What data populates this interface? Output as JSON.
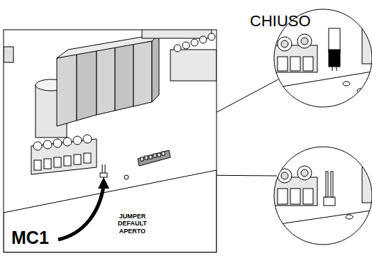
{
  "diagram": {
    "labels": [
      "CHIUSO",
      "MC1",
      "JUMPER DEFAULT APERTO"
    ]
  }
}
